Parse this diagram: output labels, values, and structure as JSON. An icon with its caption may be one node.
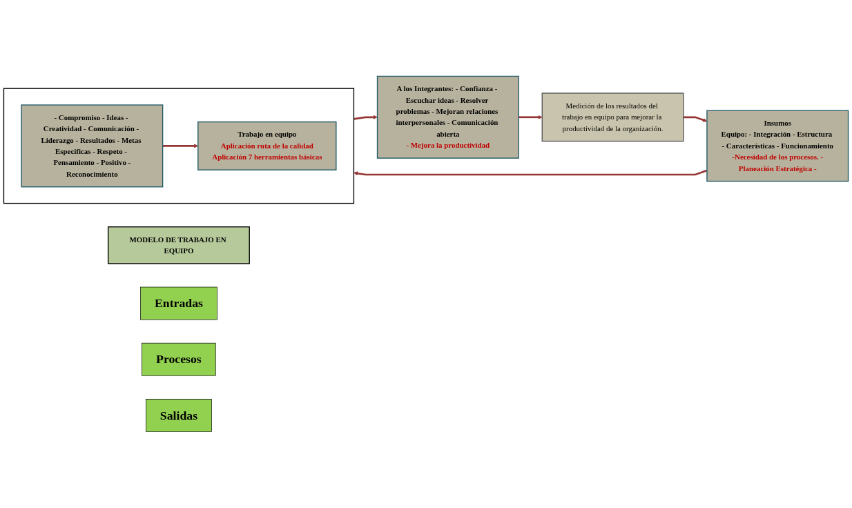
{
  "diagram": {
    "nodes": [
      {
        "text": [
          "MODELO DE TRABAJO EN EQUIPO"
        ]
      },
      {
        "text": [
          "Entradas"
        ]
      },
      {
        "text": [
          "Procesos"
        ]
      },
      {
        "text": [
          "Salidas"
        ]
      },
      {
        "text": [
          "Insumos",
          "Equipo: - Integración - Estructura - Características - Funcionamiento",
          "-Necesidad de los procesos. -Planeación Estratégica -"
        ]
      },
      {
        "text": [],
        "shape": "box"
      },
      {
        "text": [
          "- Compromiso - Ideas - Creatividad - Comunicación - Liderazgo - Resultados - Metas Específicas - Respeto - Pensamiento - Positivo -Reconocimiento"
        ],
        "in": 5
      },
      {
        "text": [
          "Trabajo en equipo",
          "Aplicación ruta de la calidad",
          "Aplicación 7 herramientas básicas"
        ],
        "in": 5
      },
      {
        "text": [
          "A los Integrantes: - Confianza - Escuchar ideas - Resolver problemas - Mejoran relaciones interpersonales - Comunicación abierta",
          "- Mejora la productividad"
        ]
      },
      {
        "text": [
          "Medición de los resultados del trabajo en equipo para mejorar la productividad de la organización."
        ]
      }
    ],
    "edges": [
      {
        "from": 4,
        "to": 5,
        "arrow": "to"
      },
      {
        "from": 6,
        "to": 7,
        "arrow": "to"
      },
      {
        "from": 5,
        "to": 8,
        "arrow": "to"
      },
      {
        "from": 8,
        "to": 9,
        "arrow": "to"
      },
      {
        "from": 9,
        "to": 4,
        "arrow": "to"
      }
    ]
  }
}
